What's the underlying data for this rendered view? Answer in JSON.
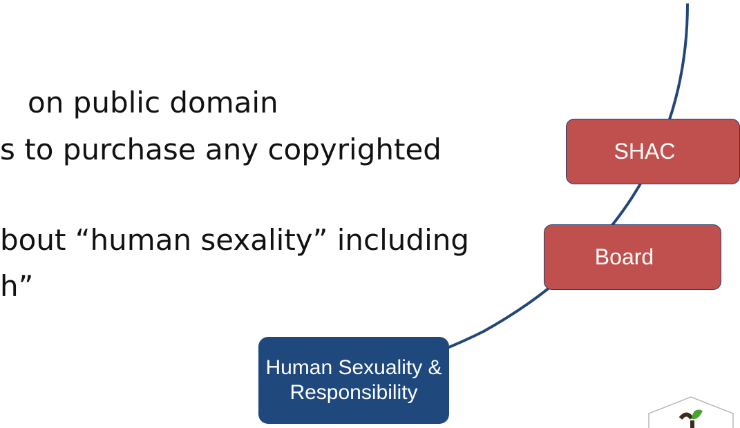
{
  "slide": {
    "lines": [
      "on public domain",
      "s to purchase any copyrighted",
      "bout “human sexality” including",
      "h”"
    ]
  },
  "diagram": {
    "boxes": {
      "shac": "SHAC",
      "board": "Board",
      "course_line1": "Human Sexuality &",
      "course_line2": "Responsibility"
    },
    "colors": {
      "box_red": "#c0504d",
      "box_blue": "#1f497d",
      "arrow": "#23467a"
    }
  },
  "logo": {
    "icon": "apple-sprout-icon"
  }
}
